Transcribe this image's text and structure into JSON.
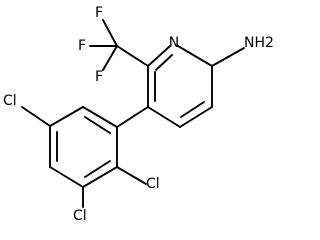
{
  "atom_labels": {
    "n_ring": "N",
    "amine": "NH2",
    "f_top": "F",
    "f_left": "F",
    "f_bottom": "F",
    "cl_ring_left": "Cl",
    "cl_ortho": "Cl",
    "cl_meta": "Cl"
  }
}
